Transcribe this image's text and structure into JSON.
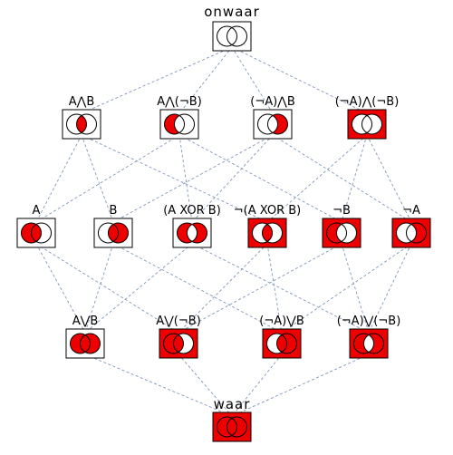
{
  "colors": {
    "fill": "#ee0000",
    "empty": "#ffffff",
    "stroke": "#000000",
    "edge": "#7f97b8"
  },
  "nodes": [
    {
      "id": "onwaar",
      "label": "onwaar",
      "box": false,
      "a_only": false,
      "b_only": false,
      "both": false,
      "none": false
    },
    {
      "id": "AandB",
      "label": "A⋀B",
      "box": false,
      "a_only": false,
      "b_only": false,
      "both": true,
      "none": false
    },
    {
      "id": "AandnB",
      "label": "A⋀(¬B)",
      "box": false,
      "a_only": true,
      "b_only": false,
      "both": false,
      "none": false
    },
    {
      "id": "nAandB",
      "label": "(¬A)⋀B",
      "box": false,
      "a_only": false,
      "b_only": true,
      "both": false,
      "none": false
    },
    {
      "id": "nAandnB",
      "label": "(¬A)⋀(¬B)",
      "box": true,
      "a_only": false,
      "b_only": false,
      "both": false,
      "none": true
    },
    {
      "id": "A",
      "label": "A",
      "box": false,
      "a_only": true,
      "b_only": false,
      "both": true,
      "none": false
    },
    {
      "id": "B",
      "label": "B",
      "box": false,
      "a_only": false,
      "b_only": true,
      "both": true,
      "none": false
    },
    {
      "id": "AxorB",
      "label": "(A XOR B)",
      "box": false,
      "a_only": true,
      "b_only": true,
      "both": false,
      "none": false
    },
    {
      "id": "nAxorB",
      "label": "¬(A XOR B)",
      "box": true,
      "a_only": false,
      "b_only": false,
      "both": true,
      "none": true
    },
    {
      "id": "nB",
      "label": "¬B",
      "box": true,
      "a_only": true,
      "b_only": false,
      "both": false,
      "none": true
    },
    {
      "id": "nA",
      "label": "¬A",
      "box": true,
      "a_only": false,
      "b_only": true,
      "both": false,
      "none": true
    },
    {
      "id": "AorB",
      "label": "A⋁B",
      "box": false,
      "a_only": true,
      "b_only": true,
      "both": true,
      "none": false
    },
    {
      "id": "AornB",
      "label": "A⋁(¬B)",
      "box": true,
      "a_only": true,
      "b_only": false,
      "both": true,
      "none": true
    },
    {
      "id": "nAorB",
      "label": "(¬A)⋁B",
      "box": true,
      "a_only": false,
      "b_only": true,
      "both": true,
      "none": true
    },
    {
      "id": "nAornB",
      "label": "(¬A)⋁(¬B)",
      "box": true,
      "a_only": true,
      "b_only": true,
      "both": false,
      "none": true
    },
    {
      "id": "waar",
      "label": "waar",
      "box": true,
      "a_only": true,
      "b_only": true,
      "both": true,
      "none": true
    }
  ],
  "edges": [
    [
      "onwaar",
      "AandB"
    ],
    [
      "onwaar",
      "AandnB"
    ],
    [
      "onwaar",
      "nAandB"
    ],
    [
      "onwaar",
      "nAandnB"
    ],
    [
      "AandB",
      "A"
    ],
    [
      "AandB",
      "B"
    ],
    [
      "AandB",
      "nAxorB"
    ],
    [
      "AandnB",
      "A"
    ],
    [
      "AandnB",
      "AxorB"
    ],
    [
      "AandnB",
      "nB"
    ],
    [
      "nAandB",
      "B"
    ],
    [
      "nAandB",
      "AxorB"
    ],
    [
      "nAandB",
      "nA"
    ],
    [
      "nAandnB",
      "nAxorB"
    ],
    [
      "nAandnB",
      "nB"
    ],
    [
      "nAandnB",
      "nA"
    ],
    [
      "A",
      "AorB"
    ],
    [
      "A",
      "AornB"
    ],
    [
      "B",
      "AorB"
    ],
    [
      "B",
      "nAorB"
    ],
    [
      "AxorB",
      "AorB"
    ],
    [
      "AxorB",
      "nAornB"
    ],
    [
      "nAxorB",
      "AornB"
    ],
    [
      "nAxorB",
      "nAorB"
    ],
    [
      "nB",
      "AornB"
    ],
    [
      "nB",
      "nAornB"
    ],
    [
      "nA",
      "nAorB"
    ],
    [
      "nA",
      "nAornB"
    ],
    [
      "AorB",
      "waar"
    ],
    [
      "AornB",
      "waar"
    ],
    [
      "nAorB",
      "waar"
    ],
    [
      "nAornB",
      "waar"
    ]
  ]
}
